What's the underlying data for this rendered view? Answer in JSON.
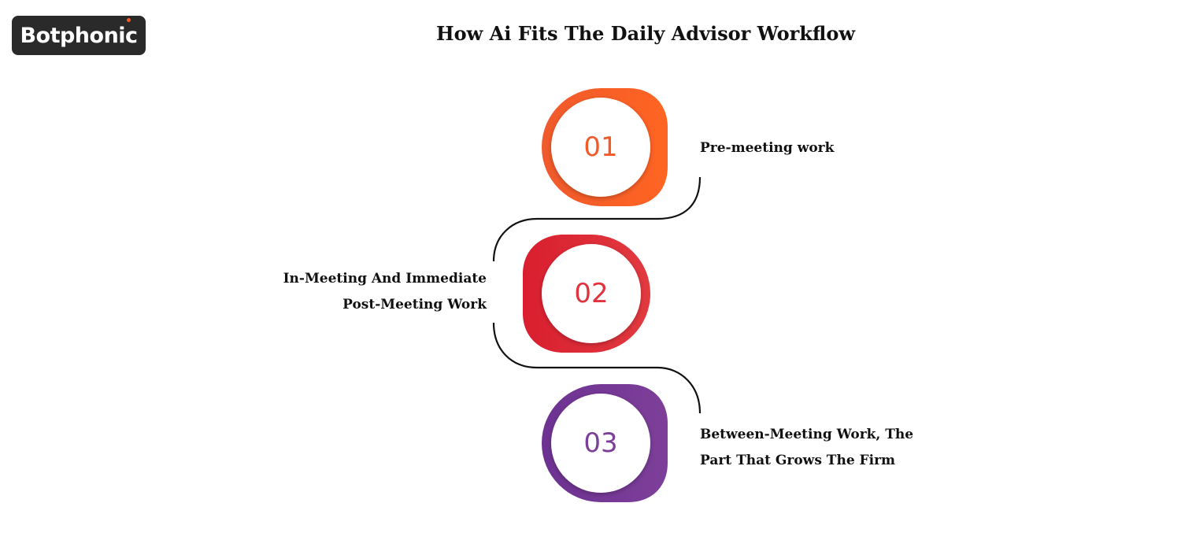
{
  "brand": {
    "logo_text": "Botphonic",
    "accent_dot_color": "#ff5a1f"
  },
  "title": "How Ai Fits The Daily Advisor Workflow",
  "steps": [
    {
      "number": "01",
      "label_lines": [
        "Pre-meeting work"
      ],
      "color": "#f25a2a",
      "color_dark": "#ff6422"
    },
    {
      "number": "02",
      "label_lines": [
        "In-Meeting And Immediate",
        "Post-Meeting Work"
      ],
      "color": "#e0333d",
      "color_dark": "#d91e2f"
    },
    {
      "number": "03",
      "label_lines": [
        "Between-Meeting Work, The",
        "Part That Grows The Firm"
      ],
      "color": "#7b3f98",
      "color_dark": "#6d3292"
    }
  ]
}
